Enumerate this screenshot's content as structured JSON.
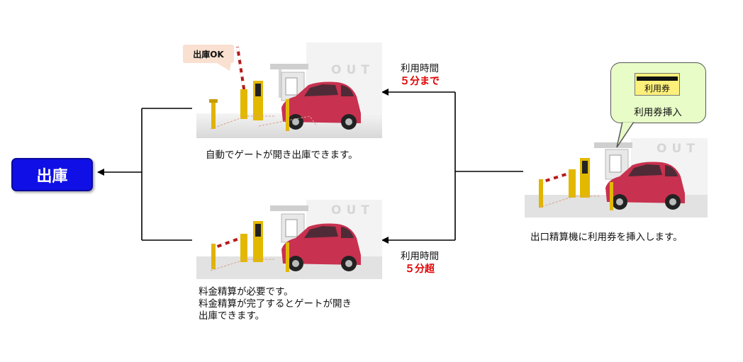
{
  "exit_box": {
    "label": "出庫"
  },
  "scene_top": {
    "out_sign": "OUT",
    "bubble": "出庫OK",
    "caption": "自動でゲートが開き出庫できます。"
  },
  "scene_bottom": {
    "out_sign": "OUT",
    "caption_lines": [
      "料金精算が必要です。",
      "料金精算が完了するとゲートが開き",
      "出庫できます。"
    ]
  },
  "scene_right": {
    "out_sign": "OUT",
    "ticket_label": "利用券",
    "bubble_text": "利用券挿入",
    "caption": "出口精算機に利用券を挿入します。"
  },
  "arrow_top": {
    "label": "利用時間",
    "value": "５分まで"
  },
  "arrow_bottom": {
    "label": "利用時間",
    "value": "５分超"
  },
  "colors": {
    "exit_box": "#1010e6",
    "highlight": "#e00000",
    "car": "#c8314f",
    "bubble_ok": "#f9e0d0",
    "bubble_ticket": "#e8fcc8"
  }
}
